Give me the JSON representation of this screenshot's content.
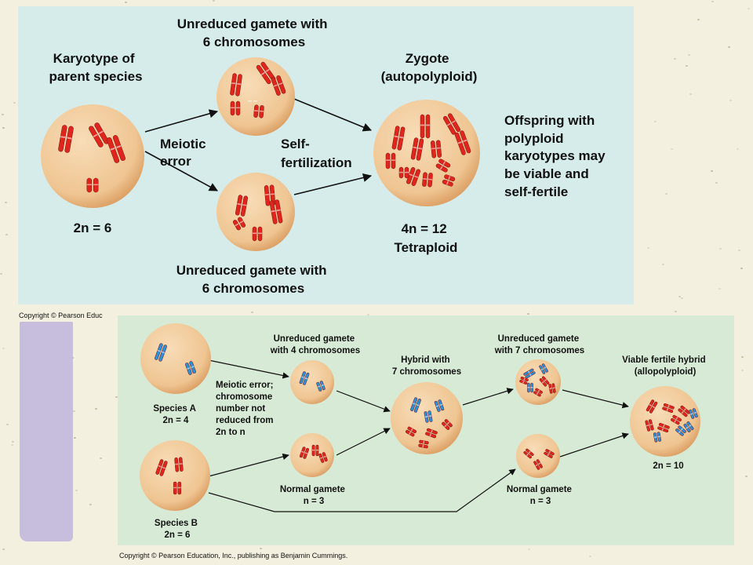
{
  "top": {
    "karyotype_title": [
      "Karyotype of",
      "parent species"
    ],
    "parent_ploidy": "2n = 6",
    "gamete_top_label": [
      "Unreduced gamete with",
      "6 chromosomes"
    ],
    "gamete_bottom_label": [
      "Unreduced gamete with",
      "6 chromosomes"
    ],
    "meiotic_error": [
      "Meiotic",
      "error"
    ],
    "self_fertilization": [
      "Self-",
      "fertilization"
    ],
    "zygote_title": [
      "Zygote",
      "(autopolyploid)"
    ],
    "zygote_ploidy": [
      "4n = 12",
      "Tetraploid"
    ],
    "offspring_note": [
      "Offspring with",
      "polyploid",
      "karyotypes may",
      "be viable and",
      "self-fertile"
    ]
  },
  "bottom": {
    "species_a": [
      "Species A",
      "2n = 4"
    ],
    "species_b": [
      "Species B",
      "2n = 6"
    ],
    "unreduced_gamete_4": [
      "Unreduced gamete",
      "with 4 chromosomes"
    ],
    "meiotic_error_note": [
      "Meiotic error;",
      "chromosome",
      "number not",
      "reduced from",
      "2n to n"
    ],
    "normal_gamete_1": [
      "Normal gamete",
      "n = 3"
    ],
    "hybrid_7": [
      "Hybrid with",
      "7 chromosomes"
    ],
    "unreduced_gamete_7": [
      "Unreduced gamete",
      "with 7 chromosomes"
    ],
    "normal_gamete_2": [
      "Normal gamete",
      "n = 3"
    ],
    "viable_hybrid": [
      "Viable fertile hybrid",
      "(allopolyploid)"
    ],
    "hybrid_ploidy": "2n = 10"
  },
  "copyright_short": "Copyright © Pearson Educ",
  "copyright_full": "Copyright © Pearson Education, Inc., publishing as Benjamin Cummings.",
  "colors": {
    "red_chromosome": "#e0261c",
    "blue_chromosome": "#2d8fd8",
    "cell": "#f0c89a",
    "arrow": "#111111"
  }
}
